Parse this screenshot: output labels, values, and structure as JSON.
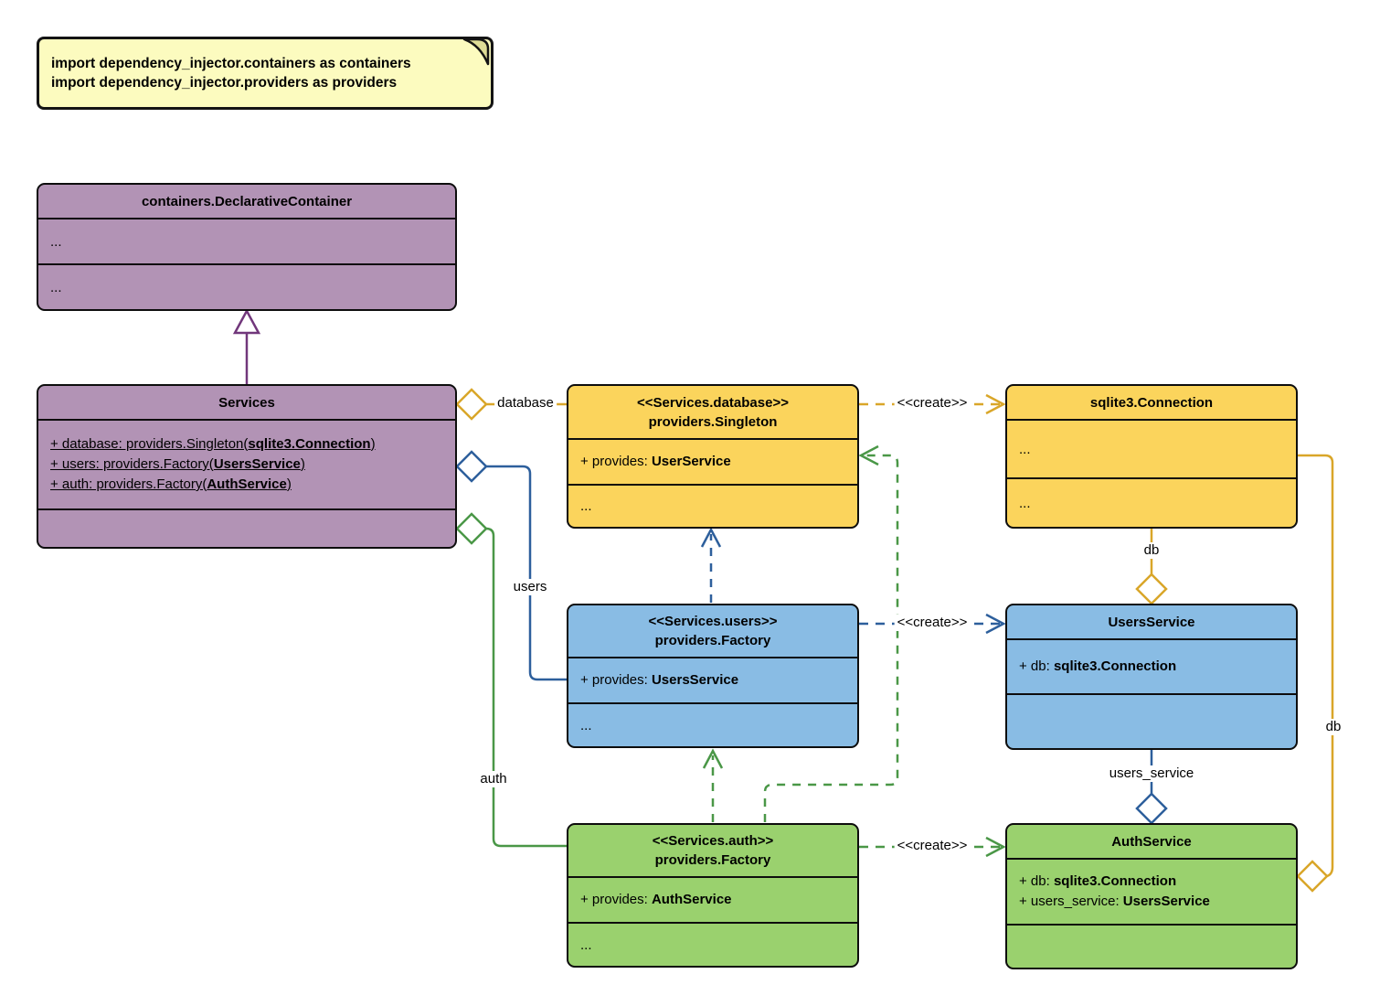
{
  "colors": {
    "purple_fill": "#b293b5",
    "purple_line": "#71377b",
    "yellow_fill": "#fbd45c",
    "yellow_line": "#d9a629",
    "blue_fill": "#89bce4",
    "blue_line": "#2d5f9c",
    "green_fill": "#9ad16e",
    "green_line": "#4a9747",
    "note_fill": "#fcfbbf",
    "box_border": "#0d0d0d"
  },
  "note": {
    "line1": "import dependency_injector.containers as containers",
    "line2": "import dependency_injector.providers as providers"
  },
  "classes": {
    "declarative_container": {
      "title": "containers.DeclarativeContainer",
      "attributes_ellipsis": "...",
      "methods_ellipsis": "..."
    },
    "services": {
      "title": "Services",
      "attributes": [
        {
          "prefix": "+ database: providers.Singleton(",
          "value": "sqlite3.Connection",
          "suffix": ")"
        },
        {
          "prefix": "+ users: providers.Factory(",
          "value": "UsersService",
          "suffix": ")"
        },
        {
          "prefix": "+ auth: providers.Factory(",
          "value": "AuthService",
          "suffix": ")"
        }
      ]
    },
    "database_singleton": {
      "stereotype": "<<Services.database>>",
      "name": "providers.Singleton",
      "provides": {
        "prefix": "+ provides: ",
        "value": "UserService"
      },
      "methods_ellipsis": "..."
    },
    "sqlite_connection": {
      "title": "sqlite3.Connection",
      "attributes_ellipsis": "...",
      "methods_ellipsis": "..."
    },
    "users_factory": {
      "stereotype": "<<Services.users>>",
      "name": "providers.Factory",
      "provides": {
        "prefix": "+ provides: ",
        "value": "UsersService"
      },
      "methods_ellipsis": "..."
    },
    "users_service": {
      "title": "UsersService",
      "attributes": [
        {
          "prefix": "+ db: ",
          "value": "sqlite3.Connection"
        }
      ]
    },
    "auth_factory": {
      "stereotype": "<<Services.auth>>",
      "name": "providers.Factory",
      "provides": {
        "prefix": "+ provides: ",
        "value": "AuthService"
      },
      "methods_ellipsis": "..."
    },
    "auth_service": {
      "title": "AuthService",
      "attributes": [
        {
          "prefix": "+ db: ",
          "value": "sqlite3.Connection"
        },
        {
          "prefix": "+ users_service: ",
          "value": "UsersService"
        }
      ]
    }
  },
  "edge_labels": {
    "database": "database",
    "users": "users",
    "auth": "auth",
    "db_top": "db",
    "db_right": "db",
    "users_service": "users_service",
    "create_database": "<<create>>",
    "create_users": "<<create>>",
    "create_auth": "<<create>>"
  }
}
